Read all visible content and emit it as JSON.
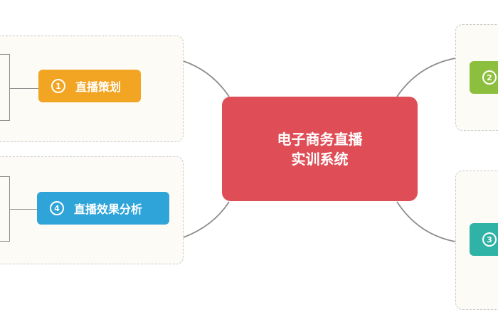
{
  "center": {
    "line1": "电子商务直播",
    "line2": "实训系统"
  },
  "branches": [
    {
      "id": "1",
      "number": "1",
      "label": "直播策划",
      "color": "#f2a423"
    },
    {
      "id": "2",
      "number": "2",
      "label": "",
      "color": "#8dbf3f"
    },
    {
      "id": "3",
      "number": "3",
      "label": "",
      "color": "#2fb3a6"
    },
    {
      "id": "4",
      "number": "4",
      "label": "直播效果分析",
      "color": "#2fa4d9"
    }
  ],
  "colors": {
    "center": "#df4e57",
    "panel": "#fdfbf6",
    "panel_border": "#c9c9c9",
    "connector": "#8d8d8d"
  }
}
